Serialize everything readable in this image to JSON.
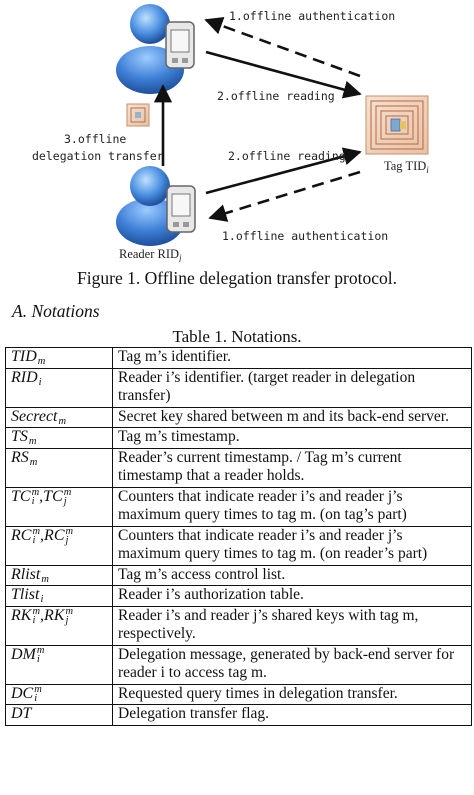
{
  "diagram": {
    "arrow_top": "1.offline authentication",
    "arrow_read_top": "2.offline reading",
    "delegation_line1": "3.offline",
    "delegation_line2": "delegation transfer",
    "arrow_read_bottom": "2.offline reading",
    "arrow_bottom": "1.offline authentication",
    "reader_label": "Reader RID",
    "reader_sub": "j",
    "tag_label": "Tag TID",
    "tag_sub": "i"
  },
  "figure_caption": "Figure 1. Offline delegation transfer protocol.",
  "section_heading": "A.  Notations",
  "table_caption": "Table 1. Notations.",
  "table": {
    "rows": [
      {
        "sym": "TID",
        "sub": "m",
        "sup": "",
        "sym2": "",
        "sub2": "",
        "sup2": "",
        "desc": "Tag m’s identifier."
      },
      {
        "sym": "RID",
        "sub": "i",
        "sup": "",
        "sym2": "",
        "sub2": "",
        "sup2": "",
        "desc": "Reader i’s identifier. (target reader in delegation transfer)"
      },
      {
        "sym": "Secrect",
        "sub": "m",
        "sup": "",
        "sym2": "",
        "sub2": "",
        "sup2": "",
        "desc": "Secret key shared between m and its back-end server."
      },
      {
        "sym": "TS",
        "sub": "m",
        "sup": "",
        "sym2": "",
        "sub2": "",
        "sup2": "",
        "desc": "Tag m’s timestamp."
      },
      {
        "sym": "RS",
        "sub": "m",
        "sup": "",
        "sym2": "",
        "sub2": "",
        "sup2": "",
        "desc": "Reader’s current timestamp. / Tag m’s current timestamp that a reader holds."
      },
      {
        "sym": "TC",
        "sub": "i",
        "sup": "m",
        "sym2": "TC",
        "sub2": "j",
        "sup2": "m",
        "desc": "Counters that indicate reader i’s and reader j’s maximum query times to tag m. (on tag’s part)"
      },
      {
        "sym": "RC",
        "sub": "i",
        "sup": "m",
        "sym2": "RC",
        "sub2": "j",
        "sup2": "m",
        "desc": "Counters that indicate reader i’s and reader j’s maximum query times to tag m. (on reader’s part)"
      },
      {
        "sym": "Rlist",
        "sub": "m",
        "sup": "",
        "sym2": "",
        "sub2": "",
        "sup2": "",
        "desc": "Tag m’s access control list."
      },
      {
        "sym": "Tlist",
        "sub": "i",
        "sup": "",
        "sym2": "",
        "sub2": "",
        "sup2": "",
        "desc": "Reader i’s authorization table."
      },
      {
        "sym": "RK",
        "sub": "i",
        "sup": "m",
        "sym2": "RK",
        "sub2": "j",
        "sup2": "m",
        "desc": "Reader i’s and reader j’s shared keys with tag m, respectively."
      },
      {
        "sym": "DM",
        "sub": "i",
        "sup": "m",
        "sym2": "",
        "sub2": "",
        "sup2": "",
        "desc": "Delegation message, generated by back-end server for reader i to access tag m."
      },
      {
        "sym": "DC",
        "sub": "i",
        "sup": "m",
        "sym2": "",
        "sub2": "",
        "sup2": "",
        "desc": "Requested query times in delegation transfer."
      },
      {
        "sym": "DT",
        "sub": "",
        "sup": "",
        "sym2": "",
        "sub2": "",
        "sup2": "",
        "desc": "Delegation transfer flag."
      }
    ]
  }
}
